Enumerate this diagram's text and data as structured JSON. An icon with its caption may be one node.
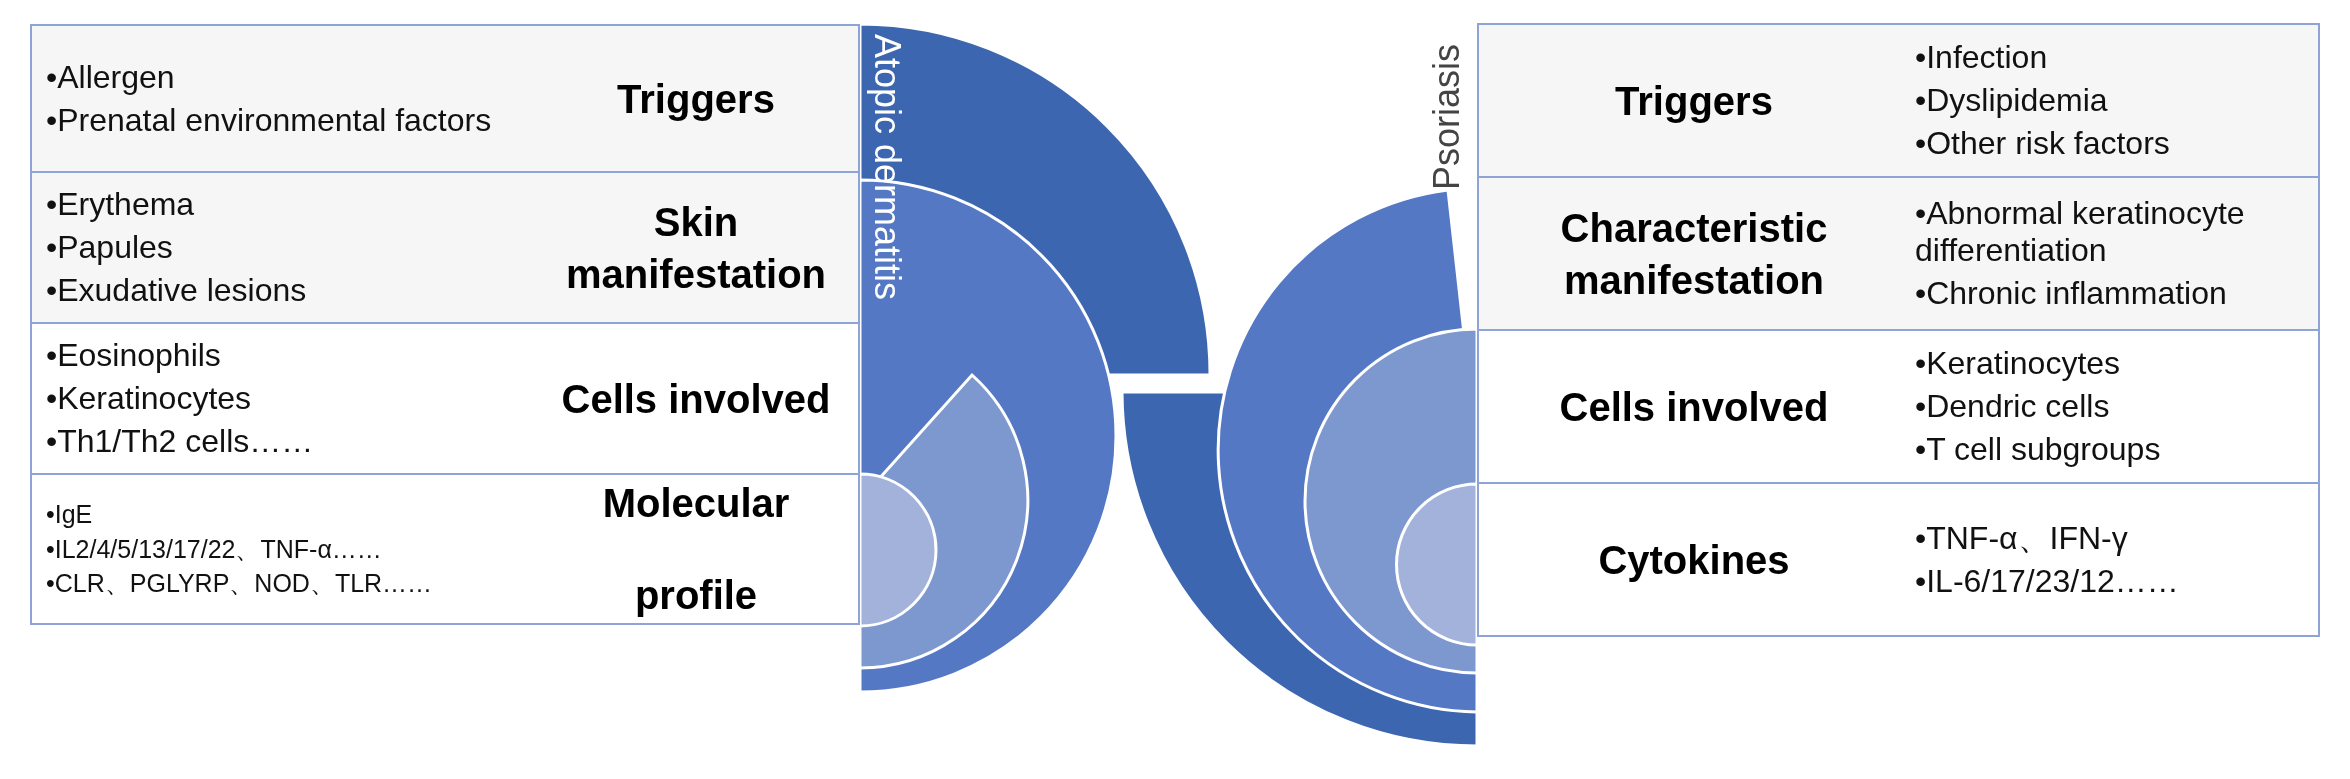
{
  "diagram": {
    "nodes": [
      {
        "text": [
          "Triggers",
          "•Allergen",
          "•Prenatal environmental factors"
        ]
      },
      {
        "text": [
          "Skin manifestation",
          "•Erythema",
          "•Papules",
          "•Exudative lesions"
        ]
      },
      {
        "text": [
          "Cells involved",
          "•Eosinophils",
          "•Keratinocytes",
          "•Th1/Th2 cells……"
        ]
      },
      {
        "text": [
          "Molecular profile",
          "•IgE",
          "•IL2/4/5/13/17/22、TNF-α……",
          "•CLR、PGLYRP、NOD、TLR……"
        ]
      },
      {
        "text": [
          "Triggers",
          "•Infection",
          "•Dyslipidemia",
          "•Other risk factors"
        ]
      },
      {
        "text": [
          "Characteristic manifestation",
          "•Abnormal keratinocyte differentiation",
          "•Chronic inflammation"
        ]
      },
      {
        "text": [
          "Cells involved",
          "•Keratinocytes",
          "•Dendric cells",
          "•T cell subgroups"
        ]
      },
      {
        "text": [
          "Cytokines",
          "•TNF-α、IFN-γ",
          "•IL-6/17/23/12……"
        ]
      }
    ],
    "labels": [
      "Atopic dermatitis",
      "Psoriasis"
    ]
  }
}
